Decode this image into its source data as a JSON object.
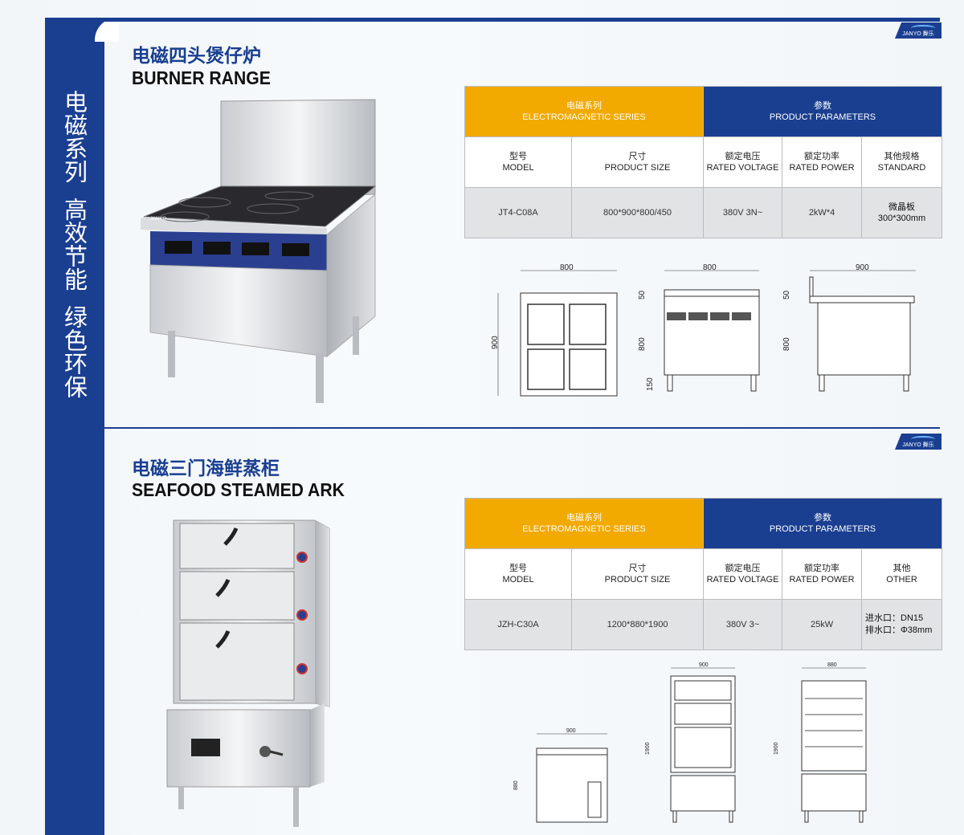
{
  "slogan": {
    "line1": "电磁系列",
    "line2": "高效节能",
    "line3": "绿色环保"
  },
  "brand": {
    "badge": "JANYO 舞乐"
  },
  "section1": {
    "title_zh": "电磁四头煲仔炉",
    "title_en": "BURNER RANGE",
    "header_left": {
      "zh": "电磁系列",
      "en": "ELECTROMAGNETIC SERIES"
    },
    "header_right": {
      "zh": "参数",
      "en": "PRODUCT PARAMETERS"
    },
    "columns": [
      {
        "zh": "型号",
        "en": "MODEL"
      },
      {
        "zh": "尺寸",
        "en": "PRODUCT SIZE"
      },
      {
        "zh": "额定电压",
        "en": "RATED VOLTAGE"
      },
      {
        "zh": "额定功率",
        "en": "RATED POWER"
      },
      {
        "zh": "其他规格",
        "en": "STANDARD"
      }
    ],
    "row": {
      "model": "JT4-C08A",
      "size": "800*900*800/450",
      "voltage": "380V 3N~",
      "power": "2kW*4",
      "other_1": "微晶板",
      "other_2": "300*300mm"
    },
    "dims": {
      "top_w": "800",
      "top_h": "900",
      "front_w": "800",
      "front_top": "50",
      "front_h": "800",
      "front_leg": "150",
      "side_w": "900",
      "side_top": "50",
      "side_h": "800"
    }
  },
  "section2": {
    "title_zh": "电磁三门海鲜蒸柜",
    "title_en": "SEAFOOD  STEAMED ARK",
    "header_left": {
      "zh": "电磁系列",
      "en": "ELECTROMAGNETIC SERIES"
    },
    "header_right": {
      "zh": "参数",
      "en": "PRODUCT PARAMETERS"
    },
    "columns": [
      {
        "zh": "型号",
        "en": "MODEL"
      },
      {
        "zh": "尺寸",
        "en": "PRODUCT SIZE"
      },
      {
        "zh": "额定电压",
        "en": "RATED VOLTAGE"
      },
      {
        "zh": "额定功率",
        "en": "RATED POWER"
      },
      {
        "zh": "其他",
        "en": "OTHER"
      }
    ],
    "row": {
      "model": "JZH-C30A",
      "size": "1200*880*1900",
      "voltage": "380V 3~",
      "power": "25kW",
      "other_1": "进水口：DN15",
      "other_2": "排水口：Φ38mm"
    },
    "dims": {
      "top_w": "900",
      "top_h": "880",
      "front_w": "900",
      "front_h": "1900",
      "side_w": "880",
      "side_h": "1900"
    }
  }
}
